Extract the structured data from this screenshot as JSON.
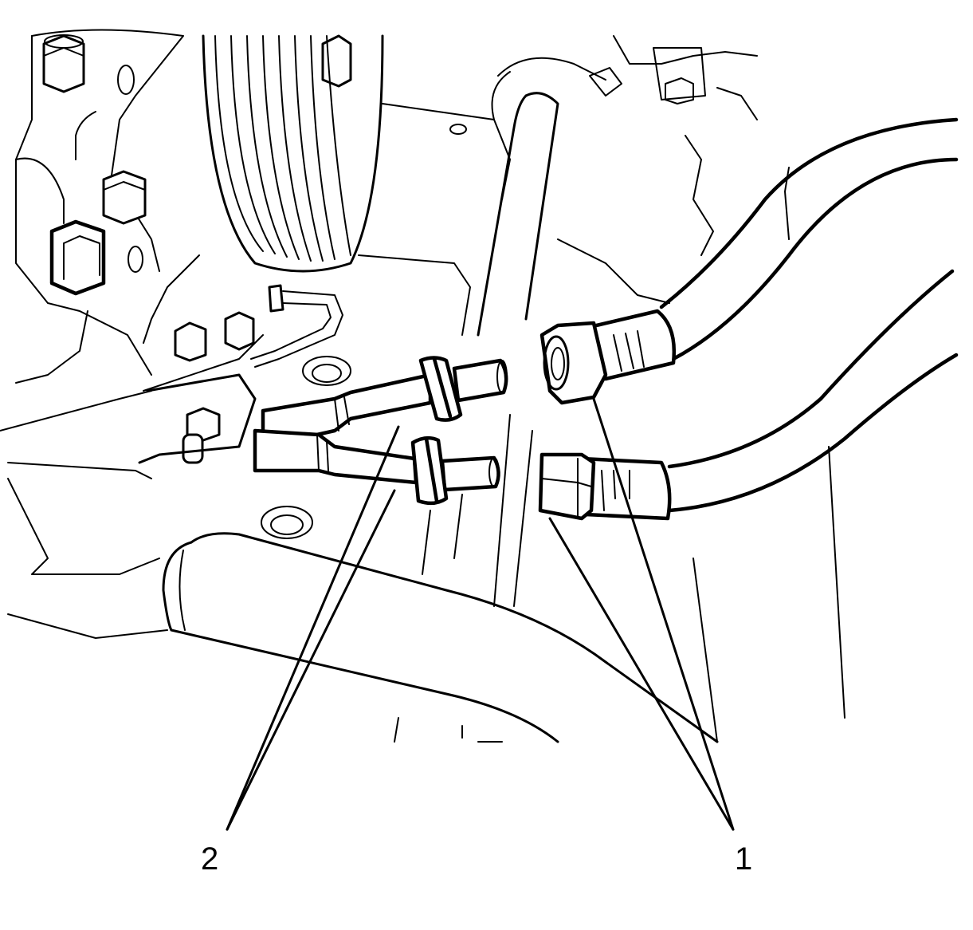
{
  "callouts": [
    {
      "id": "1",
      "label": "1",
      "refers_to": "hose-fitting-nuts"
    },
    {
      "id": "2",
      "label": "2",
      "refers_to": "pipe-seal-rings"
    }
  ]
}
